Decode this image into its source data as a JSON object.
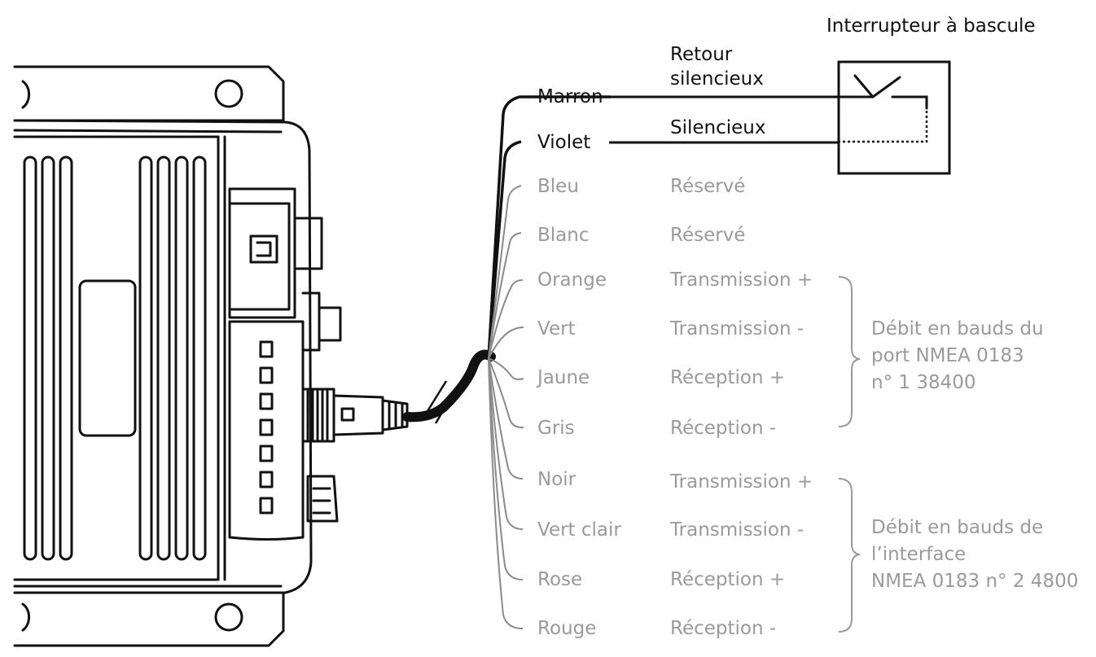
{
  "switch": {
    "title": "Interrupteur à bascule"
  },
  "mute_wires": [
    {
      "color": "Marron",
      "function": "Retour\nsilencieux"
    },
    {
      "color": "Violet",
      "function": "Silencieux"
    }
  ],
  "wires": [
    {
      "color": "Bleu",
      "function": "Réservé"
    },
    {
      "color": "Blanc",
      "function": "Réservé"
    },
    {
      "color": "Orange",
      "function": "Transmission +"
    },
    {
      "color": "Vert",
      "function": "Transmission -"
    },
    {
      "color": "Jaune",
      "function": "Réception +"
    },
    {
      "color": "Gris",
      "function": "Réception -"
    },
    {
      "color": "Noir",
      "function": "Transmission +"
    },
    {
      "color": "Vert clair",
      "function": "Transmission -"
    },
    {
      "color": "Rose",
      "function": "Réception +"
    },
    {
      "color": "Rouge",
      "function": "Réception -"
    }
  ],
  "groups": [
    {
      "note": "Débit en bauds du\nport NMEA 0183\nn° 1 38400"
    },
    {
      "note": "Débit en bauds de\nl’interface\nNMEA 0183 n° 2 4800"
    }
  ],
  "colors": {
    "dark": "#111111",
    "grey": "#9a9a9a"
  }
}
